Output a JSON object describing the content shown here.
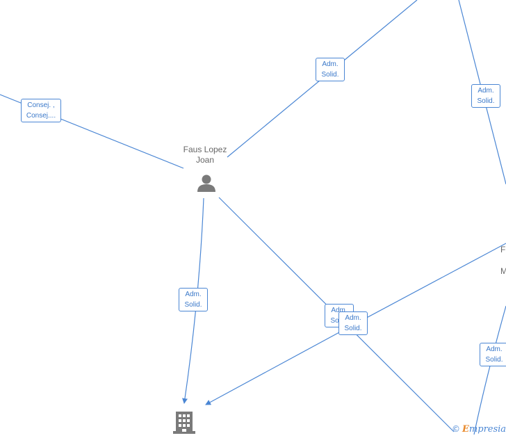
{
  "nodes": {
    "person_main": {
      "name_line1": "Faus Lopez",
      "name_line2": "Joan",
      "icon": "person-icon"
    },
    "right_partial": {
      "name_line1": "F",
      "name_line2": "M",
      "icon": "person-icon"
    },
    "company": {
      "icon": "building-icon"
    }
  },
  "edge_labels": [
    {
      "id": "consej",
      "line1": "Consej. ,",
      "line2": "Consej...."
    },
    {
      "id": "adm_top",
      "line1": "Adm.",
      "line2": "Solid."
    },
    {
      "id": "adm_right_top",
      "line1": "Adm.",
      "line2": "Solid."
    },
    {
      "id": "adm_left_down",
      "line1": "Adm.",
      "line2": "Solid."
    },
    {
      "id": "adm_cross_a",
      "line1": "Adm.",
      "line2": "Solid."
    },
    {
      "id": "adm_cross_b",
      "line1": "Adm.",
      "line2": "Solid."
    },
    {
      "id": "adm_right_bottom",
      "line1": "Adm.",
      "line2": "Solid."
    }
  ],
  "brand": {
    "copyright": "©",
    "first_letter": "E",
    "rest": "mpresia"
  },
  "colors": {
    "edge": "#4a86d4",
    "node_icon": "#7a7a7a",
    "label_text": "#3a78c9",
    "brand_accent": "#e8892b"
  }
}
